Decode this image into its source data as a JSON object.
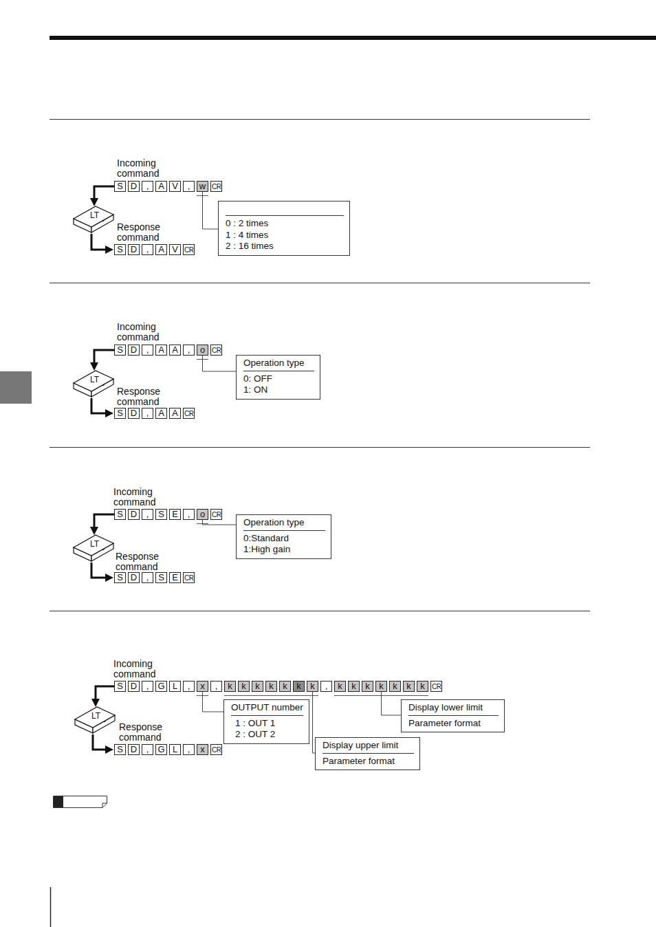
{
  "diagram": {
    "nodes": [
      {
        "text": [
          "S"
        ]
      },
      {
        "text": [
          "D"
        ]
      },
      {
        "text": [
          ","
        ]
      },
      {
        "text": [
          "A"
        ]
      },
      {
        "text": [
          "V"
        ]
      },
      {
        "text": [
          ","
        ]
      },
      {
        "text": [
          "w"
        ]
      },
      {
        "text": [
          "CR"
        ]
      },
      {
        "text": [
          "LT"
        ]
      },
      {
        "text": [
          "S"
        ]
      },
      {
        "text": [
          "D"
        ]
      },
      {
        "text": [
          ","
        ]
      },
      {
        "text": [
          "A"
        ]
      },
      {
        "text": [
          "V"
        ]
      },
      {
        "text": [
          "CR"
        ]
      },
      {
        "text": [
          "0 : 2 times",
          "1 : 4 times",
          "2 : 16 times"
        ]
      },
      {
        "text": [
          "S"
        ]
      },
      {
        "text": [
          "D"
        ]
      },
      {
        "text": [
          ","
        ]
      },
      {
        "text": [
          "A"
        ]
      },
      {
        "text": [
          "A"
        ]
      },
      {
        "text": [
          ","
        ]
      },
      {
        "text": [
          "o"
        ]
      },
      {
        "text": [
          "CR"
        ]
      },
      {
        "text": [
          "LT"
        ]
      },
      {
        "text": [
          "S"
        ]
      },
      {
        "text": [
          "D"
        ]
      },
      {
        "text": [
          ","
        ]
      },
      {
        "text": [
          "A"
        ]
      },
      {
        "text": [
          "A"
        ]
      },
      {
        "text": [
          "CR"
        ]
      },
      {
        "text": [
          "Operation type",
          "0: OFF",
          "1: ON"
        ]
      },
      {
        "text": [
          "S"
        ]
      },
      {
        "text": [
          "D"
        ]
      },
      {
        "text": [
          ","
        ]
      },
      {
        "text": [
          "S"
        ]
      },
      {
        "text": [
          "E"
        ]
      },
      {
        "text": [
          ","
        ]
      },
      {
        "text": [
          "o"
        ]
      },
      {
        "text": [
          "CR"
        ]
      },
      {
        "text": [
          "LT"
        ]
      },
      {
        "text": [
          "S"
        ]
      },
      {
        "text": [
          "D"
        ]
      },
      {
        "text": [
          ","
        ]
      },
      {
        "text": [
          "S"
        ]
      },
      {
        "text": [
          "E"
        ]
      },
      {
        "text": [
          "CR"
        ]
      },
      {
        "text": [
          "Operation type",
          "0:Standard",
          "1:High gain"
        ]
      },
      {
        "text": [
          "S"
        ]
      },
      {
        "text": [
          "D"
        ]
      },
      {
        "text": [
          ","
        ]
      },
      {
        "text": [
          "G"
        ]
      },
      {
        "text": [
          "L"
        ]
      },
      {
        "text": [
          ","
        ]
      },
      {
        "text": [
          "x"
        ]
      },
      {
        "text": [
          ","
        ]
      },
      {
        "text": [
          "k"
        ]
      },
      {
        "text": [
          "k"
        ]
      },
      {
        "text": [
          "k"
        ]
      },
      {
        "text": [
          "k"
        ]
      },
      {
        "text": [
          "k"
        ]
      },
      {
        "text": [
          "k"
        ]
      },
      {
        "text": [
          "k"
        ]
      },
      {
        "text": [
          ","
        ]
      },
      {
        "text": [
          "k"
        ]
      },
      {
        "text": [
          "k"
        ]
      },
      {
        "text": [
          "k"
        ]
      },
      {
        "text": [
          "k"
        ]
      },
      {
        "text": [
          "k"
        ]
      },
      {
        "text": [
          "k"
        ]
      },
      {
        "text": [
          "k"
        ]
      },
      {
        "text": [
          "CR"
        ]
      },
      {
        "text": [
          "LT"
        ]
      },
      {
        "text": [
          "S"
        ]
      },
      {
        "text": [
          "D"
        ]
      },
      {
        "text": [
          ","
        ]
      },
      {
        "text": [
          "G"
        ]
      },
      {
        "text": [
          "L"
        ]
      },
      {
        "text": [
          ","
        ]
      },
      {
        "text": [
          "x"
        ]
      },
      {
        "text": [
          "CR"
        ]
      },
      {
        "text": [
          "OUTPUT number",
          "1 : OUT 1",
          "2 : OUT 2"
        ]
      },
      {
        "text": [
          "Display lower limit",
          "Parameter format"
        ]
      },
      {
        "text": [
          "Display upper limit",
          "Parameter format"
        ]
      }
    ],
    "edges": [
      {
        "from": 0,
        "to": 8,
        "arrow": "to"
      },
      {
        "from": 8,
        "to": 9,
        "arrow": "to"
      },
      {
        "from": 6,
        "to": 15,
        "arrow": "none"
      },
      {
        "from": 16,
        "to": 24,
        "arrow": "to"
      },
      {
        "from": 24,
        "to": 25,
        "arrow": "to"
      },
      {
        "from": 22,
        "to": 31,
        "arrow": "none"
      },
      {
        "from": 32,
        "to": 40,
        "arrow": "to"
      },
      {
        "from": 40,
        "to": 41,
        "arrow": "to"
      },
      {
        "from": 38,
        "to": 47,
        "arrow": "none"
      },
      {
        "from": 48,
        "to": 72,
        "arrow": "to"
      },
      {
        "from": 72,
        "to": 73,
        "arrow": "to"
      },
      {
        "from": 54,
        "to": 81,
        "arrow": "none"
      },
      {
        "from": 67,
        "to": 82,
        "arrow": "none"
      },
      {
        "from": 62,
        "to": 83,
        "arrow": "none"
      }
    ],
    "labels": [
      "Incoming command",
      "Response command",
      "Incoming command",
      "Response command",
      "Incoming command",
      "Response command",
      "Incoming command",
      "Response command"
    ]
  }
}
